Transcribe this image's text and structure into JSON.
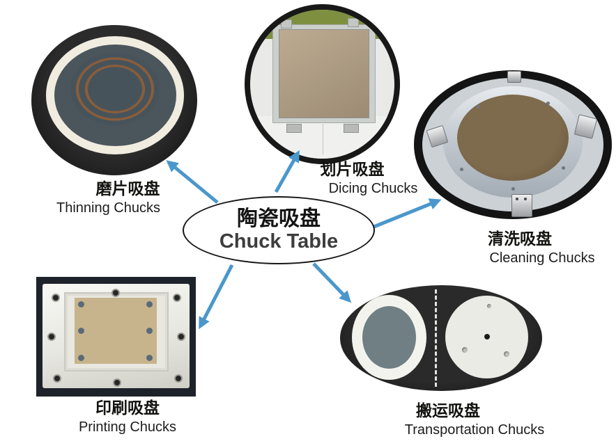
{
  "diagram": {
    "center": {
      "title_zh": "陶瓷吸盘",
      "title_en": "Chuck Table"
    },
    "nodes": [
      {
        "id": "thinning",
        "label_zh": "磨片吸盘",
        "label_en": "Thinning Chucks"
      },
      {
        "id": "dicing",
        "label_zh": "划片吸盘",
        "label_en": "Dicing Chucks"
      },
      {
        "id": "cleaning",
        "label_zh": "清洗吸盘",
        "label_en": "Cleaning Chucks"
      },
      {
        "id": "printing",
        "label_zh": "印刷吸盘",
        "label_en": "Printing Chucks"
      },
      {
        "id": "transportation",
        "label_zh": "搬运吸盘",
        "label_en": "Transportation Chucks"
      }
    ],
    "colors": {
      "arrow": "#4a97cc",
      "background": "#ffffff",
      "ellipse_border": "#161616",
      "text_primary": "#131310",
      "text_secondary": "#3d3d3d"
    }
  }
}
